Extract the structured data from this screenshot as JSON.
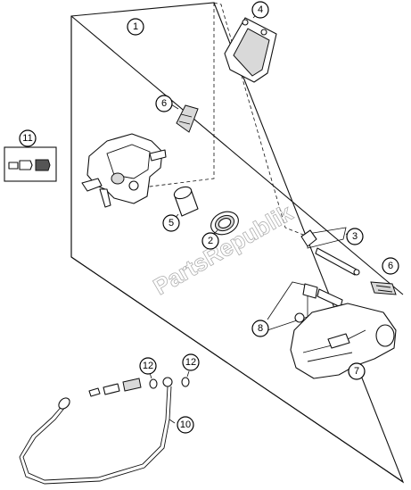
{
  "diagram": {
    "watermark": "PartsRepublik",
    "callouts": [
      {
        "id": "c1",
        "label": "1"
      },
      {
        "id": "c2",
        "label": "2"
      },
      {
        "id": "c3",
        "label": "3"
      },
      {
        "id": "c4",
        "label": "4"
      },
      {
        "id": "c5",
        "label": "5"
      },
      {
        "id": "c6a",
        "label": "6"
      },
      {
        "id": "c6b",
        "label": "6"
      },
      {
        "id": "c7",
        "label": "7"
      },
      {
        "id": "c8",
        "label": "8"
      },
      {
        "id": "c10",
        "label": "10"
      },
      {
        "id": "c11",
        "label": "11"
      },
      {
        "id": "c12a",
        "label": "12"
      },
      {
        "id": "c12b",
        "label": "12"
      }
    ]
  }
}
